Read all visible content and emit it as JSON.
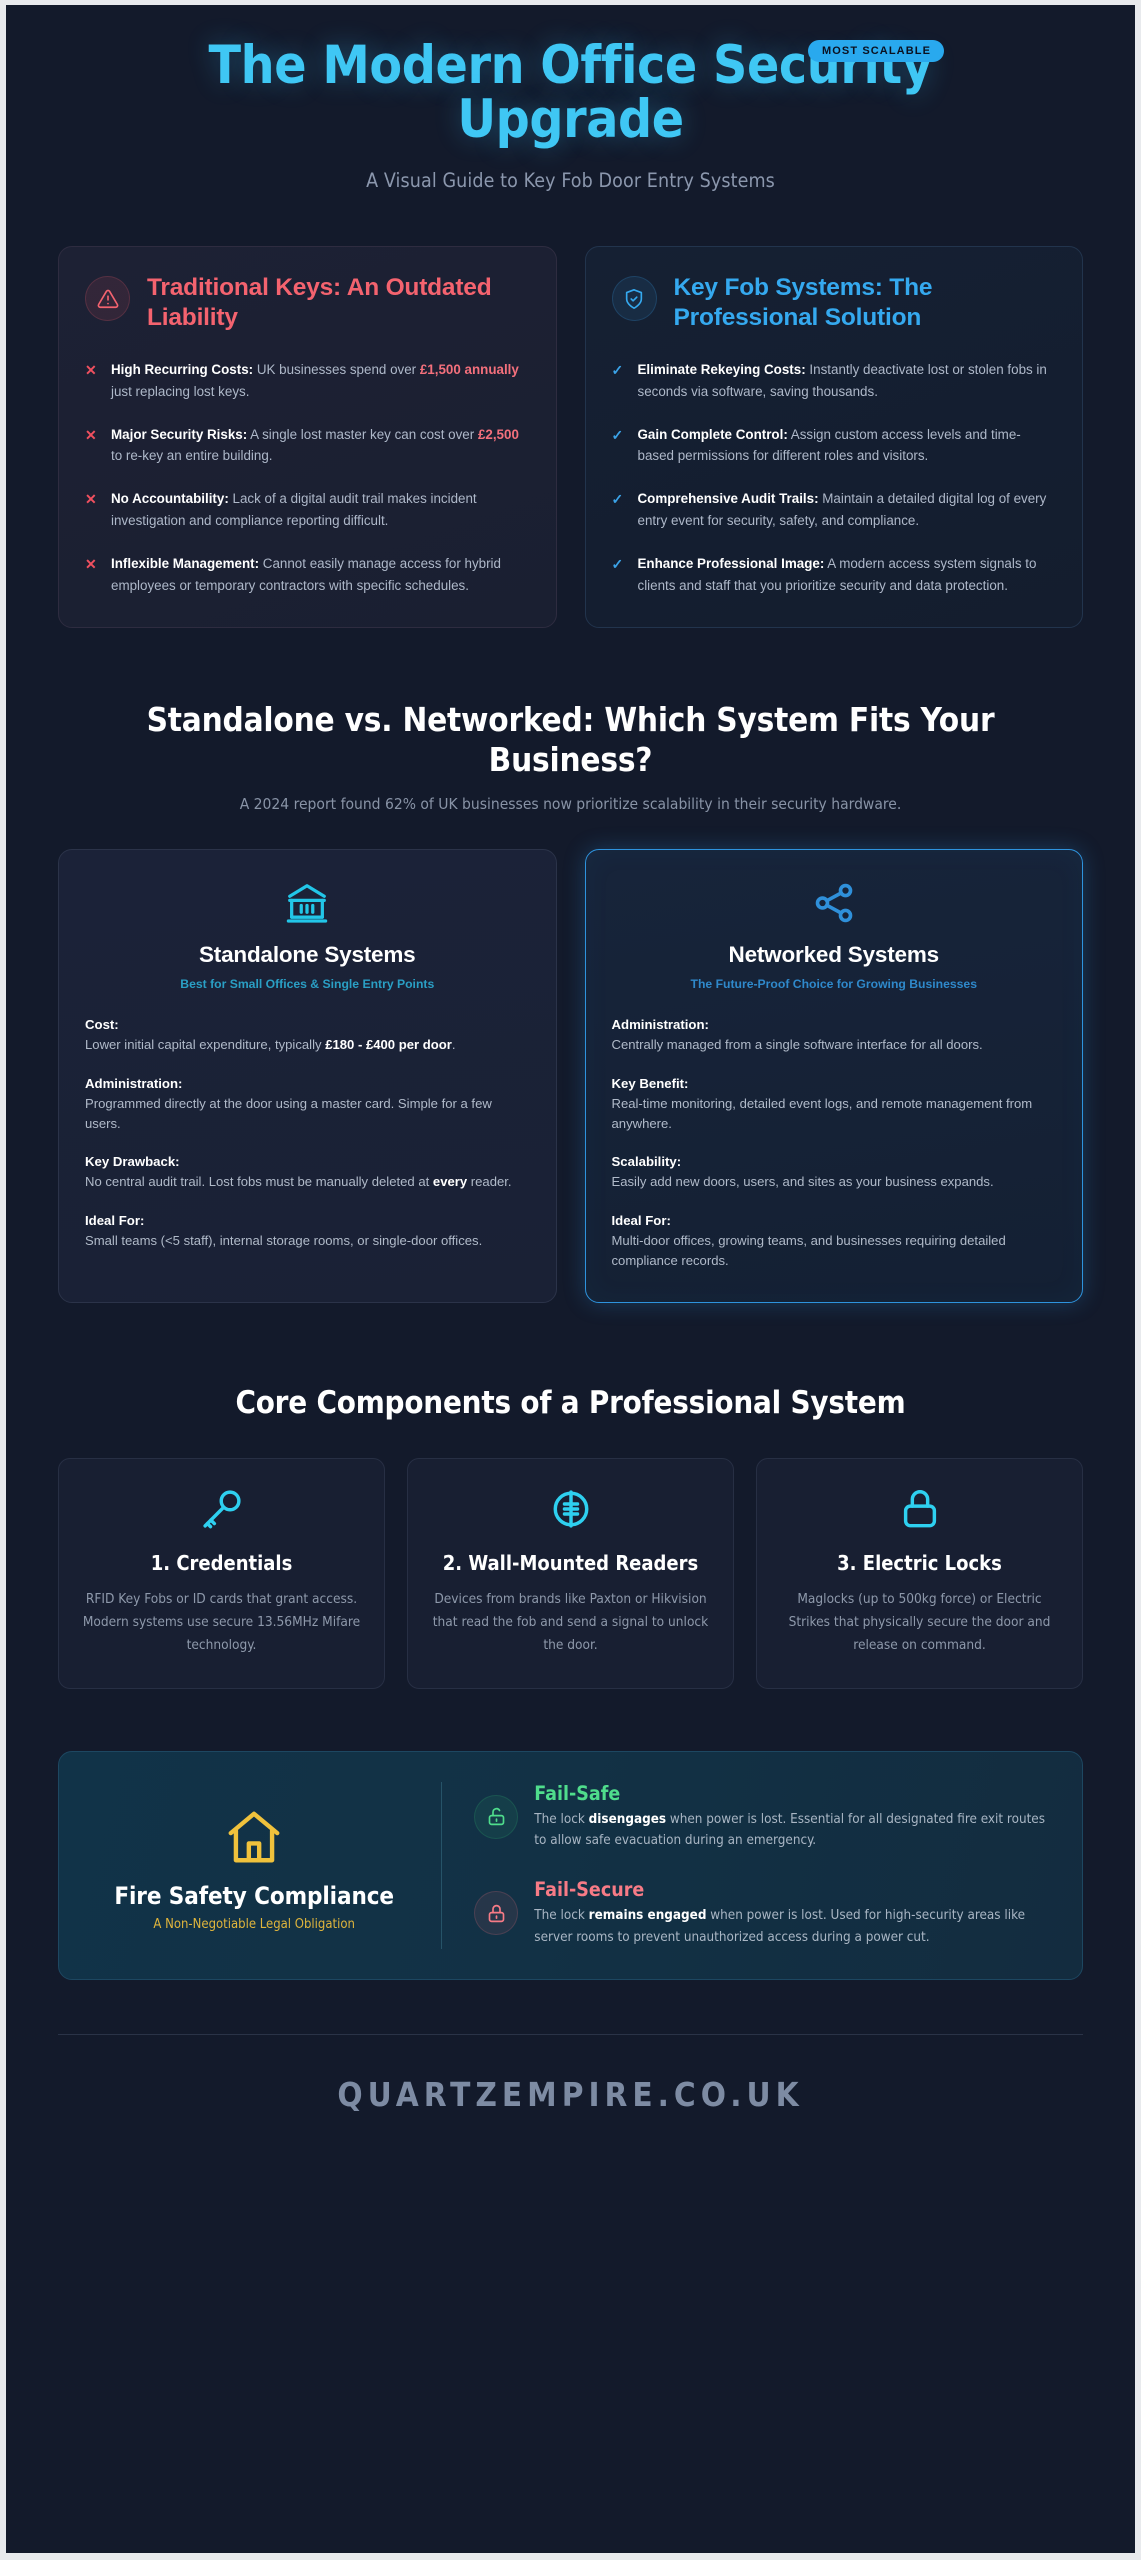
{
  "hero": {
    "badge": "MOST SCALABLE",
    "title": "The Modern Office Security Upgrade",
    "subtitle": "A Visual Guide to Key Fob Door Entry Systems"
  },
  "compare": {
    "bad": {
      "icon": "warning-triangle-icon",
      "title": "Traditional Keys: An Outdated Liability",
      "accent": "#f4636f",
      "items": [
        {
          "mark": "✕",
          "bold": "High Recurring Costs:",
          "text": " UK businesses spend over ",
          "money": "£1,500 annually",
          "tail": " just replacing lost keys."
        },
        {
          "mark": "✕",
          "bold": "Major Security Risks:",
          "text": " A single lost master key can cost over ",
          "money": "£2,500",
          "tail": " to re-key an entire building."
        },
        {
          "mark": "✕",
          "bold": "No Accountability:",
          "text": " Lack of a digital audit trail makes incident investigation and compliance reporting difficult.",
          "money": "",
          "tail": ""
        },
        {
          "mark": "✕",
          "bold": "Inflexible Management:",
          "text": " Cannot easily manage access for hybrid employees or temporary contractors with specific schedules.",
          "money": "",
          "tail": ""
        }
      ]
    },
    "good": {
      "icon": "shield-check-icon",
      "title": "Key Fob Systems: The Professional Solution",
      "accent": "#35a9ef",
      "items": [
        {
          "mark": "✓",
          "bold": "Eliminate Rekeying Costs:",
          "text": " Instantly deactivate lost or stolen fobs in seconds via software, saving thousands.",
          "money": "",
          "tail": ""
        },
        {
          "mark": "✓",
          "bold": "Gain Complete Control:",
          "text": " Assign custom access levels and time-based permissions for different roles and visitors.",
          "money": "",
          "tail": ""
        },
        {
          "mark": "✓",
          "bold": "Comprehensive Audit Trails:",
          "text": " Maintain a detailed digital log of every entry event for security, safety, and compliance.",
          "money": "",
          "tail": ""
        },
        {
          "mark": "✓",
          "bold": "Enhance Professional Image:",
          "text": " A modern access system signals to clients and staff that you prioritize security and data protection.",
          "money": "",
          "tail": ""
        }
      ]
    }
  },
  "systems_section": {
    "title": "Standalone vs. Networked: Which System Fits Your Business?",
    "subtitle": "A 2024 report found 62% of UK businesses now prioritize scalability in their security hardware.",
    "cards": [
      {
        "icon": "bank-building-icon",
        "name": "Standalone Systems",
        "tagline": "Best for Small Offices & Single Entry Points",
        "featured": false,
        "rows": [
          {
            "label": "Cost:",
            "pre": "Lower initial capital expenditure, typically ",
            "strong": "£180 - £400 per door",
            "post": "."
          },
          {
            "label": "Administration:",
            "pre": "Programmed directly at the door using a master card. Simple for a few users.",
            "strong": "",
            "post": ""
          },
          {
            "label": "Key Drawback:",
            "pre": "No central audit trail. Lost fobs must be manually deleted at ",
            "strong": "every",
            "post": " reader."
          },
          {
            "label": "Ideal For:",
            "pre": "Small teams (<5 staff), internal storage rooms, or single-door offices.",
            "strong": "",
            "post": ""
          }
        ]
      },
      {
        "icon": "network-share-icon",
        "name": "Networked Systems",
        "tagline": "The Future-Proof Choice for Growing Businesses",
        "featured": true,
        "rows": [
          {
            "label": "Administration:",
            "pre": "Centrally managed from a single software interface for all doors.",
            "strong": "",
            "post": ""
          },
          {
            "label": "Key Benefit:",
            "pre": "Real-time monitoring, detailed event logs, and remote management from anywhere.",
            "strong": "",
            "post": ""
          },
          {
            "label": "Scalability:",
            "pre": "Easily add new doors, users, and sites as your business expands.",
            "strong": "",
            "post": ""
          },
          {
            "label": "Ideal For:",
            "pre": "Multi-door offices, growing teams, and businesses requiring detailed compliance records.",
            "strong": "",
            "post": ""
          }
        ]
      }
    ]
  },
  "components_section": {
    "title": "Core Components of a Professional System",
    "cards": [
      {
        "icon": "key-icon",
        "name": "1. Credentials",
        "desc": "RFID Key Fobs or ID cards that grant access. Modern systems use secure 13.56MHz Mifare technology."
      },
      {
        "icon": "card-reader-icon",
        "name": "2. Wall-Mounted Readers",
        "desc": "Devices from brands like Paxton or Hikvision that read the fob and send a signal to unlock the door."
      },
      {
        "icon": "padlock-icon",
        "name": "3. Electric Locks",
        "desc": "Maglocks (up to 500kg force) or Electric Strikes that physically secure the door and release on command."
      }
    ]
  },
  "fire": {
    "icon": "house-icon",
    "title": "Fire Safety Compliance",
    "subtitle": "A Non-Negotiable Legal Obligation",
    "rows": [
      {
        "icon": "unlocked-padlock-icon",
        "heading": "Fail-Safe",
        "pre": "The lock ",
        "strong": "disengages",
        "post": " when power is lost. Essential for all designated fire exit routes to allow safe evacuation during an emergency."
      },
      {
        "icon": "locked-padlock-icon",
        "heading": "Fail-Secure",
        "pre": "The lock ",
        "strong": "remains engaged",
        "post": " when power is lost. Used for high-security areas like server rooms to prevent unauthorized access during a power cut."
      }
    ]
  },
  "footer": {
    "site": "QUARTZEMPIRE.CO.UK"
  }
}
